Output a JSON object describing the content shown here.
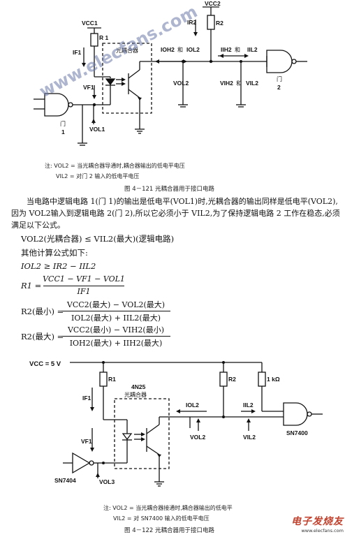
{
  "fig121": {
    "vcc1": "VCC1",
    "vcc2": "VCC2",
    "r1": "R 1",
    "r2": "R2",
    "if1": "IF1",
    "ir2": "IR2",
    "vf1": "VF1",
    "optocoupler": "光耦合器",
    "ioh2": "IOH2",
    "and1": "和",
    "iol2": "IOL2",
    "iih2": "IIH2",
    "and2": "和",
    "iil2": "IIL2",
    "vol2": "VOL2",
    "vih2": "VIH2",
    "and3": "和",
    "vil2": "VIL2",
    "gate1": "门",
    "gate1_num": "1",
    "gate2": "门",
    "gate2_num": "2",
    "vol1": "VOL1",
    "watermark": "www.elecfans.com",
    "note1": "注: VOL2 = 当光耦合器导通时,耦合器输出的低电平电压",
    "note2": "VIL2 = 对门 2 输入的低电平电压",
    "caption": "图 4－121    光耦合器用于接口电路"
  },
  "text": {
    "para1": "当电路中逻辑电路 1(门 1)的输出是低电平(VOL1)时,光耦合器的输出同样是低电平(VOL2),因为 VOL2输入到逻辑电路 2(门 2),所以它必须小于 VIL2,为了保持逻辑电路 2 工作在稳态,必须满足以下公式。",
    "eq1": "VOL2(光耦合器) ≤ VIL2(最大)(逻辑电路)",
    "line2": "其他计算公式如下:",
    "eq2": "IOL2 ≥ IR2 − IIL2",
    "eq3_lhs": "R1 =",
    "eq3_num": "VCC1 − VF1 − VOL1",
    "eq3_den": "IF1",
    "eq4_lhs": "R2(最小) =",
    "eq4_num": "VCC2(最大) − VOL2(最大)",
    "eq4_den": "IOL2(最大) + IIL2(最大)",
    "eq5_lhs": "R2(最大) =",
    "eq5_num": "VCC2(最小) − VIH2(最小)",
    "eq5_den": "IOH2(最大) + IIH2(最大)"
  },
  "fig122": {
    "vcc": "VCC = 5 V",
    "r1": "R1",
    "r2": "R2",
    "rk": "1 kΩ",
    "part": "4N25",
    "optocoupler": "光耦合器",
    "if1": "IF1",
    "vf1": "VF1",
    "iol2": "IOL2",
    "iil2": "IIL2",
    "vol2": "VOL2",
    "vil2": "VIL2",
    "sn7404": "SN7404",
    "sn7400": "SN7400",
    "vol3": "VOL3",
    "note1": "注: VOL2 = 当光耦合器接通时,耦合器输出的低电平",
    "note2": "VIL2 = 对 SN7400 输入的低电平电压",
    "caption": "图 4－122    光耦合器用于接口电路",
    "logo": "电子发烧友",
    "logo_sub": "www.elecfans.com"
  }
}
